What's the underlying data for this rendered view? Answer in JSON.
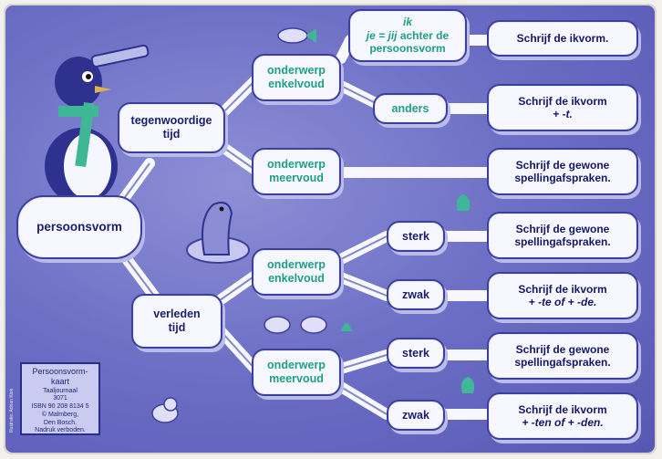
{
  "root": "persoonsvorm",
  "tenses": {
    "present": "tegenwoordige\ntijd",
    "past": "verleden\ntijd"
  },
  "subjects": {
    "present_singular": "onderwerp\nenkelvoud",
    "present_plural": "onderwerp\nmeervoud",
    "past_singular": "onderwerp\nenkelvoud",
    "past_plural": "onderwerp\nmeervoud"
  },
  "branches": {
    "ik_line1": "ik",
    "ik_line2_em": "je = jij",
    "ik_line2_rest": " achter de",
    "ik_line3": "persoonsvorm",
    "anders": "anders",
    "sterk_1": "sterk",
    "zwak_1": "zwak",
    "sterk_2": "sterk",
    "zwak_2": "zwak"
  },
  "rules": {
    "r1": "Schrijf de ikvorm.",
    "r2_l1": "Schrijf de ikvorm",
    "r2_l2": "+ -t.",
    "r3_l1": "Schrijf de gewone",
    "r3_l2": "spellingafspraken.",
    "r4_l1": "Schrijf de gewone",
    "r4_l2": "spellingafspraken.",
    "r5_l1": "Schrijf de ikvorm",
    "r5_l2": "+ -te of + -de.",
    "r6_l1": "Schrijf de gewone",
    "r6_l2": "spellingafspraken.",
    "r7_l1": "Schrijf de ikvorm",
    "r7_l2": "+ -ten of + -den."
  },
  "label_box": {
    "title_l1": "Persoonsvorm-",
    "title_l2": "kaart",
    "publisher": "Taaljournaal",
    "code": "3071",
    "isbn": "ISBN 90 208 8134 5",
    "copyright": "© Malmberg,",
    "city": "Den Bosch.",
    "rights": "Nadruk verboden."
  },
  "side_credit": "Illustratie: Adrian Klok",
  "colors": {
    "ice_blue": "#6f71c7",
    "outline": "#3c3f9c",
    "teal_text": "#1f9f86",
    "dark_text": "#1a1d6b"
  }
}
